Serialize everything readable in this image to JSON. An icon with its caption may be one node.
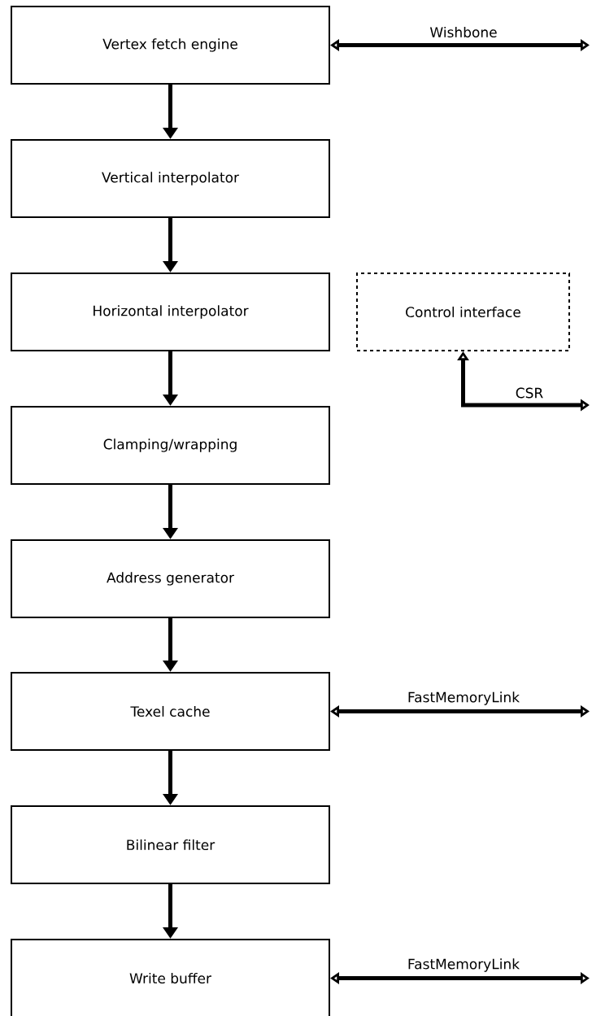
{
  "diagram": {
    "nodes": [
      {
        "text": [
          "Vertex fetch engine"
        ]
      },
      {
        "text": [
          "Vertical interpolator"
        ]
      },
      {
        "text": [
          "Horizontal interpolator"
        ]
      },
      {
        "text": [
          "Clamping/wrapping"
        ]
      },
      {
        "text": [
          "Address generator"
        ]
      },
      {
        "text": [
          "Texel cache"
        ]
      },
      {
        "text": [
          "Bilinear filter"
        ]
      },
      {
        "text": [
          "Write buffer"
        ]
      },
      {
        "text": [
          "Control interface"
        ]
      }
    ],
    "edges": [
      {
        "from": 0,
        "to": 1,
        "arrow": "to"
      },
      {
        "from": 1,
        "to": 2,
        "arrow": "to"
      },
      {
        "from": 2,
        "to": 3,
        "arrow": "to"
      },
      {
        "from": 3,
        "to": 4,
        "arrow": "to"
      },
      {
        "from": 4,
        "to": 5,
        "arrow": "to"
      },
      {
        "from": 5,
        "to": 6,
        "arrow": "to"
      },
      {
        "from": 6,
        "to": 7,
        "arrow": "to"
      },
      {
        "from": 0,
        "to": null,
        "arrow": "both",
        "label": "Wishbone"
      },
      {
        "from": 8,
        "to": null,
        "arrow": "both",
        "label": "CSR"
      },
      {
        "from": 5,
        "to": null,
        "arrow": "both",
        "label": "FastMemoryLink"
      },
      {
        "from": 7,
        "to": null,
        "arrow": "both",
        "label": "FastMemoryLink"
      }
    ]
  }
}
